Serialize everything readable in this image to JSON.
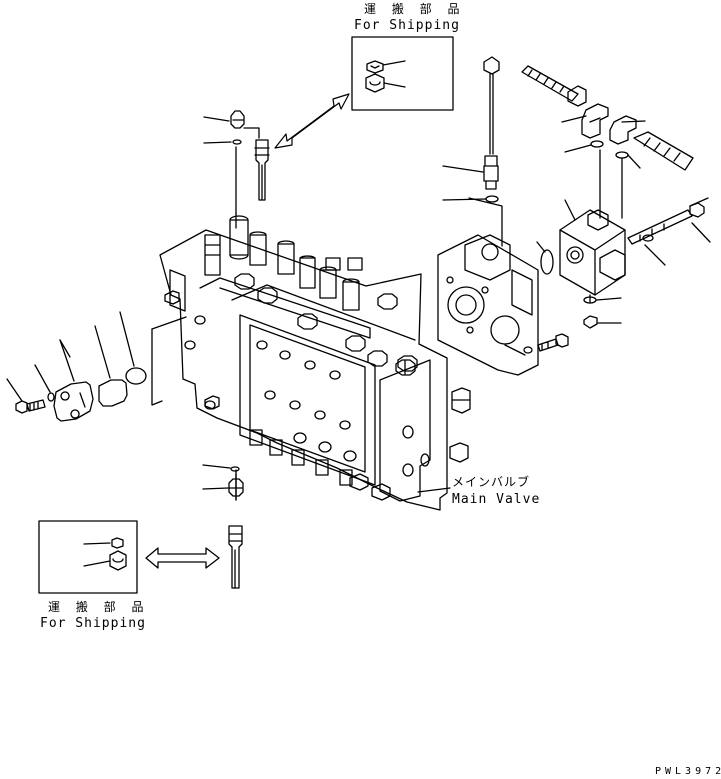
{
  "shipping_top": {
    "jp": "運 搬 部 品",
    "en": "For Shipping"
  },
  "shipping_bottom": {
    "jp": "運 搬 部 品",
    "en": "For Shipping"
  },
  "main_valve": {
    "jp": "メインバルブ",
    "en": "Main Valve"
  },
  "drawing_code": "PWL3972"
}
